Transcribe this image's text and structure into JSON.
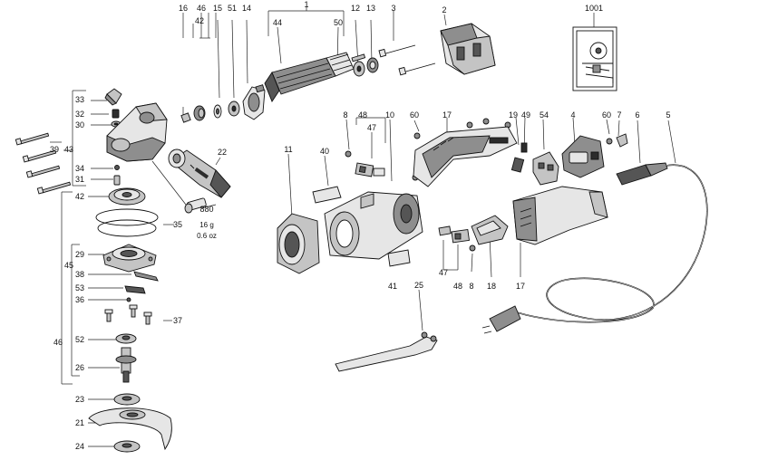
{
  "labels": {
    "p1": "1",
    "p2": "2",
    "p3": "3",
    "p4": "4",
    "p5": "5",
    "p6": "6",
    "p7": "7",
    "p8a": "8",
    "p8b": "8",
    "p10": "10",
    "p11": "11",
    "p12": "12",
    "p13": "13",
    "p14": "14",
    "p15": "15",
    "p16": "16",
    "p17a": "17",
    "p17b": "17",
    "p18": "18",
    "p19": "19",
    "p21": "21",
    "p22": "22",
    "p23": "23",
    "p24": "24",
    "p25": "25",
    "p26": "26",
    "p29": "29",
    "p30": "30",
    "p31": "31",
    "p32": "32",
    "p33": "33",
    "p34": "34",
    "p35": "35",
    "p36": "36",
    "p37": "37",
    "p38": "38",
    "p39": "39",
    "p40": "40",
    "p41": "41",
    "p42a": "42",
    "p42b": "42",
    "p43": "43",
    "p44": "44",
    "p45": "45",
    "p46a": "46",
    "p46b": "46",
    "p47a": "47",
    "p47b": "47",
    "p48a": "48",
    "p48b": "48",
    "p49": "49",
    "p50": "50",
    "p51": "51",
    "p52": "52",
    "p53": "53",
    "p54": "54",
    "p60a": "60",
    "p60b": "60",
    "p880": "880",
    "p1001": "1001"
  },
  "grease": {
    "weight_g": "16 g",
    "weight_oz": "0.6 oz"
  },
  "colors": {
    "ink": "#111111",
    "shade": "#8e8e8e"
  }
}
